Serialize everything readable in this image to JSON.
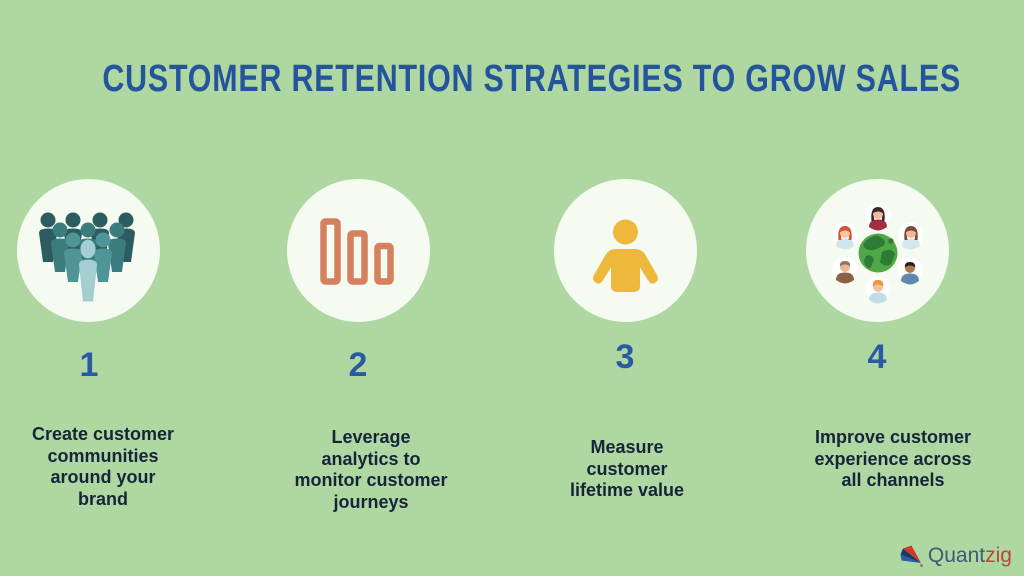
{
  "title": "CUSTOMER RETENTION STRATEGIES TO GROW SALES",
  "colors": {
    "background": "#afd7a1",
    "title_blue": "#24549b",
    "number_blue": "#2a5aa5",
    "caption_dark": "#16243a",
    "circle_bg": "#f6fbf1",
    "bars_orange": "#d5805e",
    "person_yellow": "#edb83c",
    "crowd_teal_dark": "#2b5d60",
    "crowd_teal_mid": "#3b7d7e",
    "crowd_teal_light": "#62a3a4",
    "crowd_teal_front": "#a5ced2",
    "globe_green": "#4fa845",
    "globe_land_green": "#2d7c35",
    "logo_slate": "#3e5a74",
    "logo_red": "#bf4734"
  },
  "steps": [
    {
      "number": "1",
      "icon": "crowd-icon",
      "caption": "Create customer\ncommunities\naround your\nbrand"
    },
    {
      "number": "2",
      "icon": "bar-chart-icon",
      "caption": "Leverage\nanalytics to\nmonitor customer\njourneys"
    },
    {
      "number": "3",
      "icon": "person-icon",
      "caption": "Measure\ncustomer\nlifetime value"
    },
    {
      "number": "4",
      "icon": "globe-people-icon",
      "caption": "Improve customer\nexperience across\nall channels"
    }
  ],
  "logo": {
    "brand_primary": "Quant",
    "brand_accent": "zig",
    "icon": "quantzig-fan-icon"
  }
}
